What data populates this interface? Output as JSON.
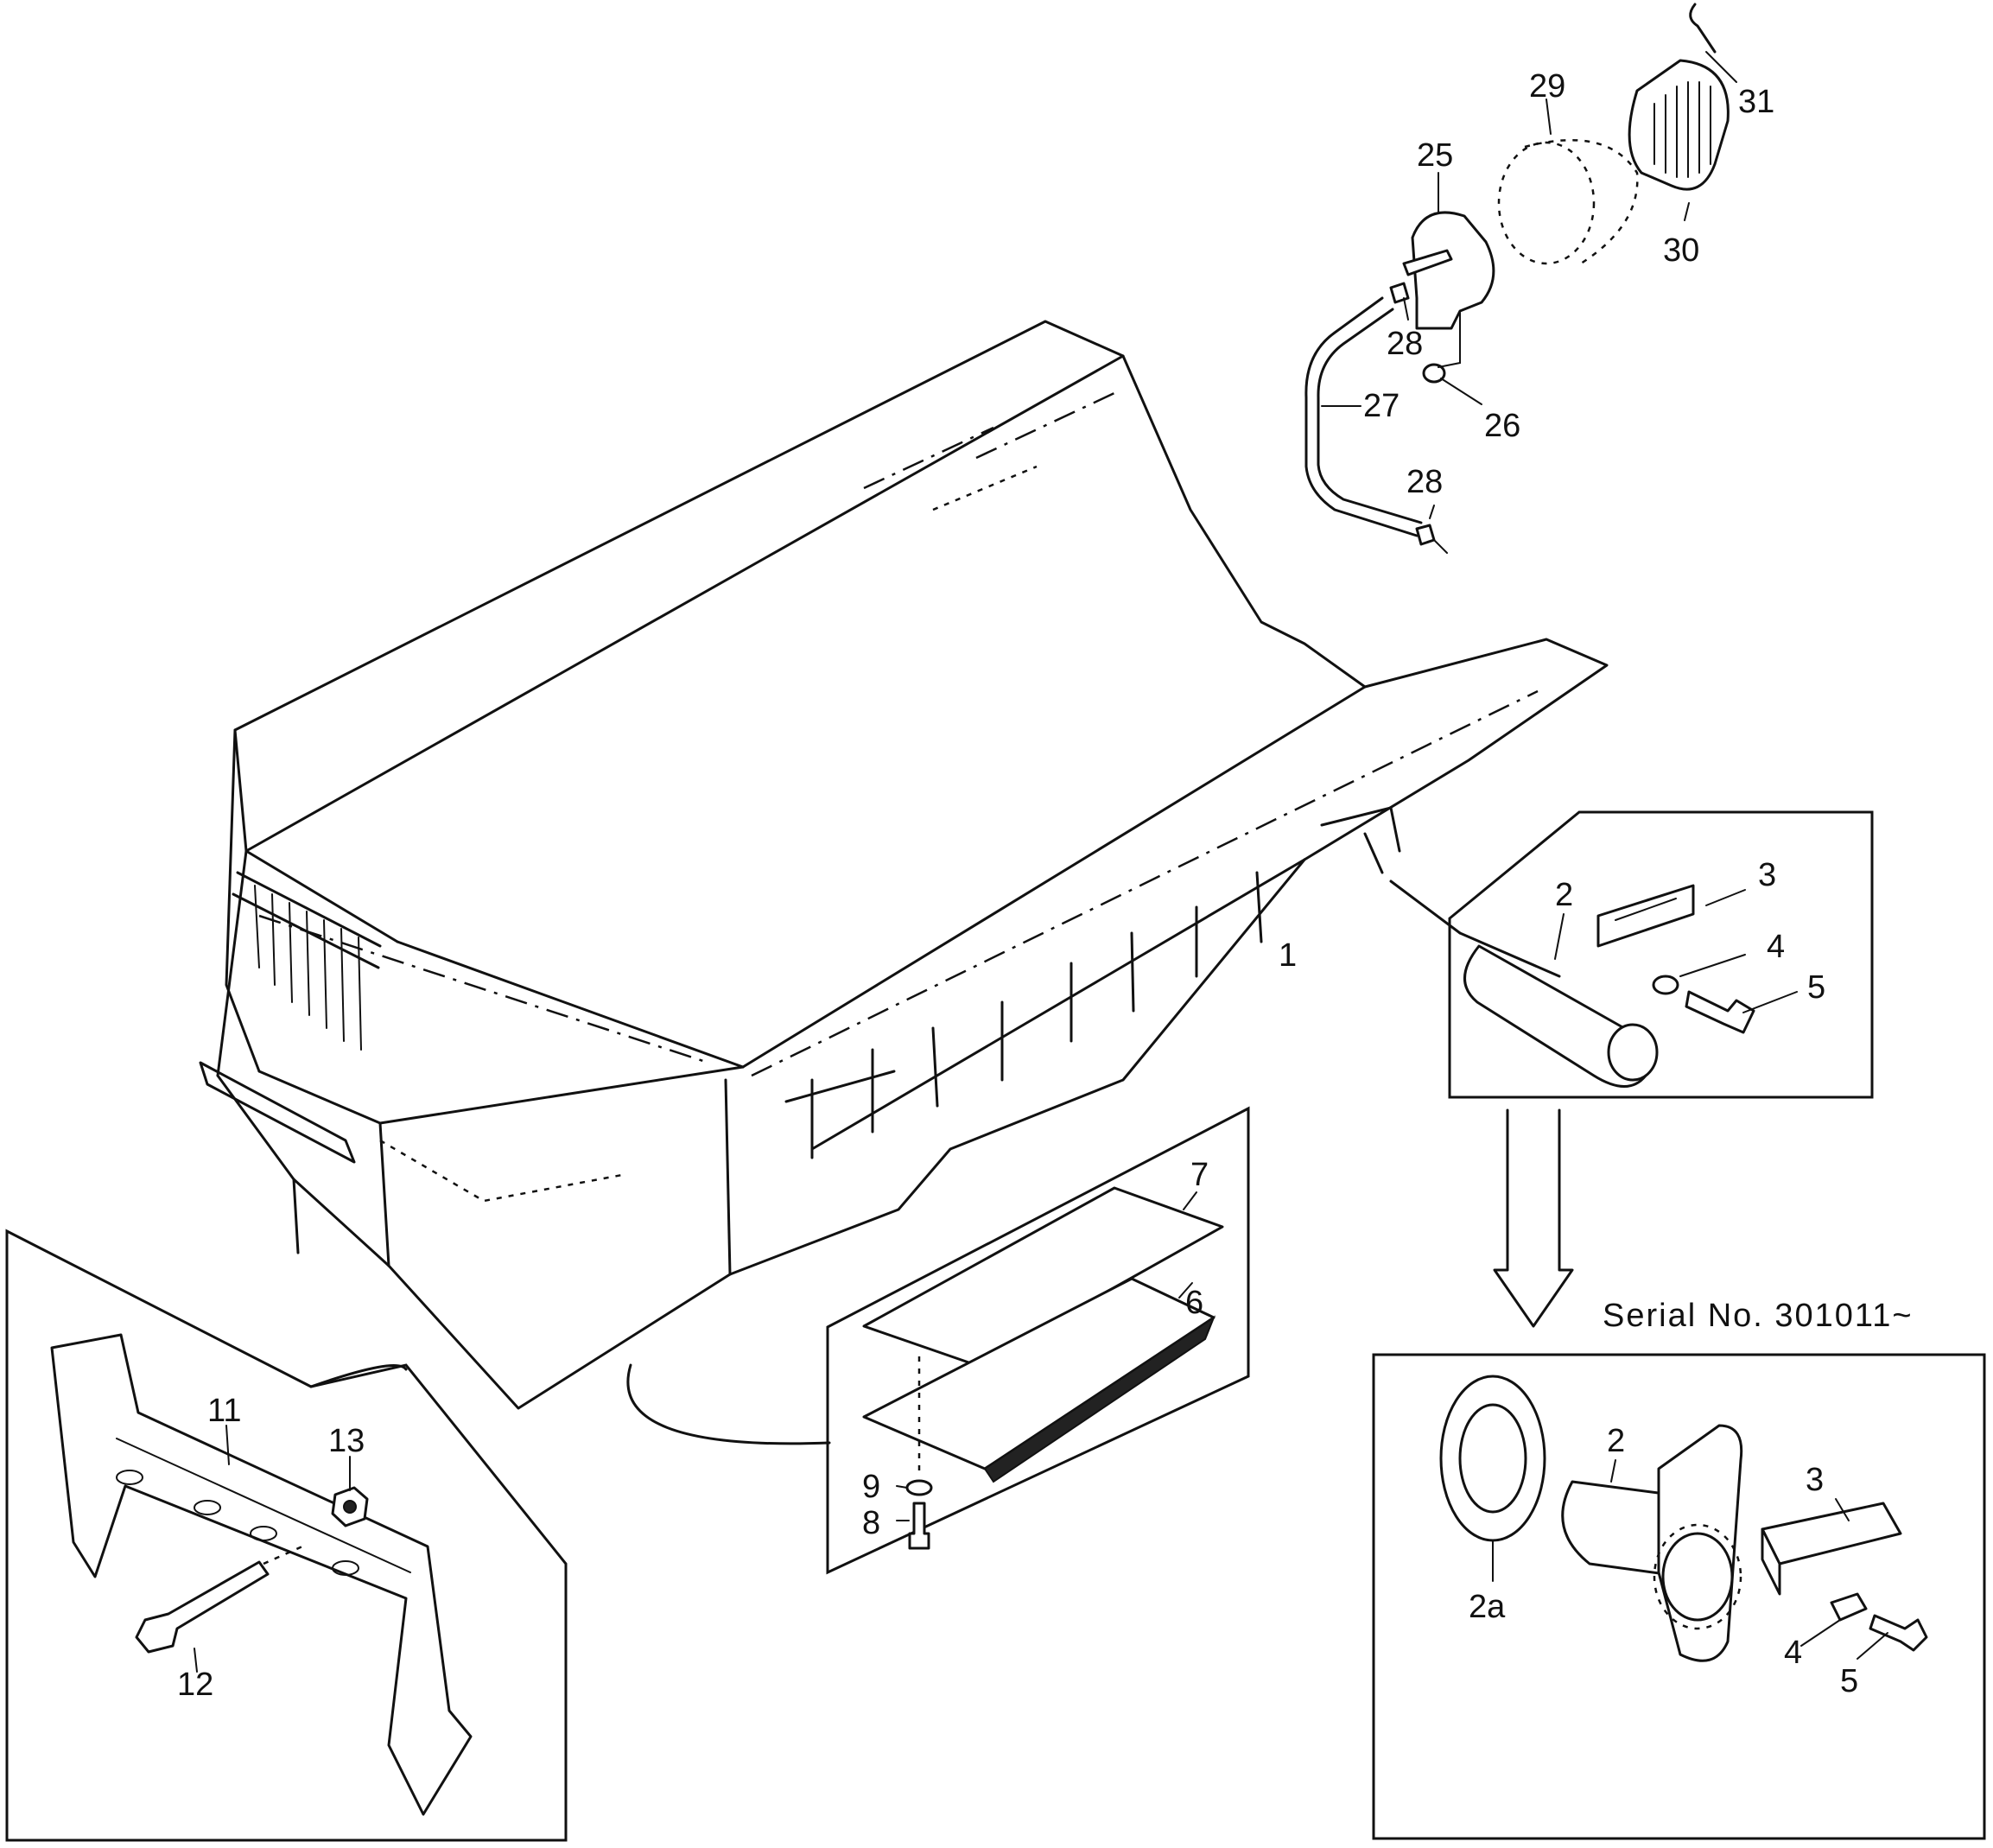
{
  "serial_note": "Serial No. 301011~",
  "callouts": {
    "main_frame": "1",
    "pin": "2",
    "plate": "3",
    "washer": "4",
    "bolt": "5",
    "cover_lower": "6",
    "cover_upper": "7",
    "cover_bolt": "8",
    "cover_washer": "9",
    "bracket": "11",
    "bracket_bolt": "12",
    "bracket_nut": "13",
    "lamp_bracket": "25",
    "lamp_nut": "26",
    "guard_rod": "27",
    "rod_nut_top": "28",
    "rod_nut_bottom": "28",
    "lamp": "29",
    "lamp_guard": "30",
    "clip": "31",
    "new_pin": "2",
    "new_collar": "2a",
    "new_plate": "3",
    "new_washer": "4",
    "new_bolt": "5"
  }
}
